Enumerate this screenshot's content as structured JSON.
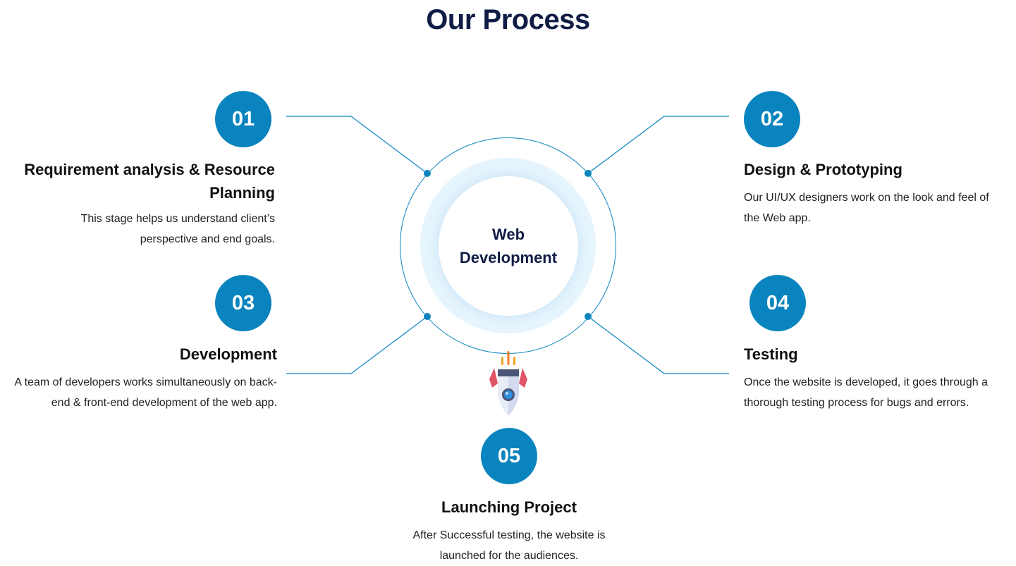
{
  "page": {
    "title": "Our Process"
  },
  "center": {
    "label": "Web Development"
  },
  "icons": {
    "center": "rocket-icon"
  },
  "colors": {
    "accent": "#0a84be",
    "title": "#0f1c45",
    "glow": "#e6f4fd"
  },
  "steps": [
    {
      "number": "01",
      "title": "Requirement analysis & Resource Planning",
      "description": "This stage helps us understand client’s perspective and end goals."
    },
    {
      "number": "02",
      "title": "Design & Prototyping",
      "description": "Our UI/UX designers work on the look and feel of the Web app."
    },
    {
      "number": "03",
      "title": "Development",
      "description": "A team of developers works simultaneously on back-end & front-end development of the web app."
    },
    {
      "number": "04",
      "title": "Testing",
      "description": "Once the website is developed, it goes through a thorough testing process for bugs and errors."
    },
    {
      "number": "05",
      "title": "Launching Project",
      "description": "After Successful testing, the website is launched for the audiences."
    }
  ]
}
